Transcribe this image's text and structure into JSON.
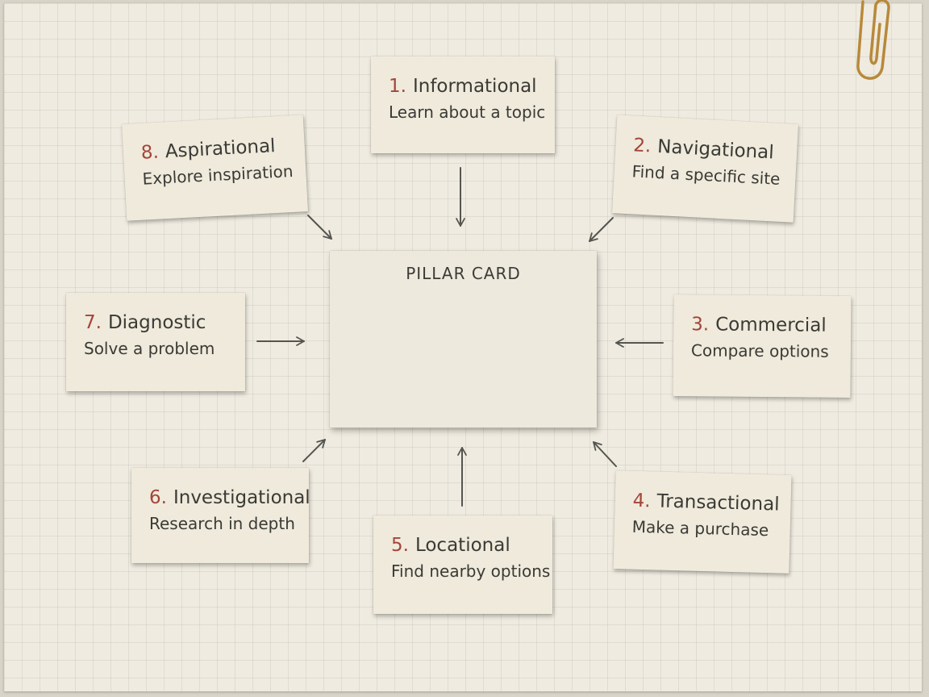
{
  "pillar": {
    "label": "PILLAR CARD"
  },
  "cards": [
    {
      "num": "1.",
      "title": "Informational",
      "sub": "Learn about a topic"
    },
    {
      "num": "2.",
      "title": "Navigational",
      "sub": "Find a specific site"
    },
    {
      "num": "3.",
      "title": "Commercial",
      "sub": "Compare options"
    },
    {
      "num": "4.",
      "title": "Transactional",
      "sub": "Make a purchase"
    },
    {
      "num": "5.",
      "title": "Locational",
      "sub": "Find nearby options"
    },
    {
      "num": "6.",
      "title": "Investigational",
      "sub": "Research in depth"
    },
    {
      "num": "7.",
      "title": "Diagnostic",
      "sub": "Solve a problem"
    },
    {
      "num": "8.",
      "title": "Aspirational",
      "sub": "Explore inspiration"
    }
  ],
  "colors": {
    "number": "#a3453a",
    "text": "#3a3a36",
    "arrow": "#555550",
    "paperclip": "#b8893a"
  }
}
